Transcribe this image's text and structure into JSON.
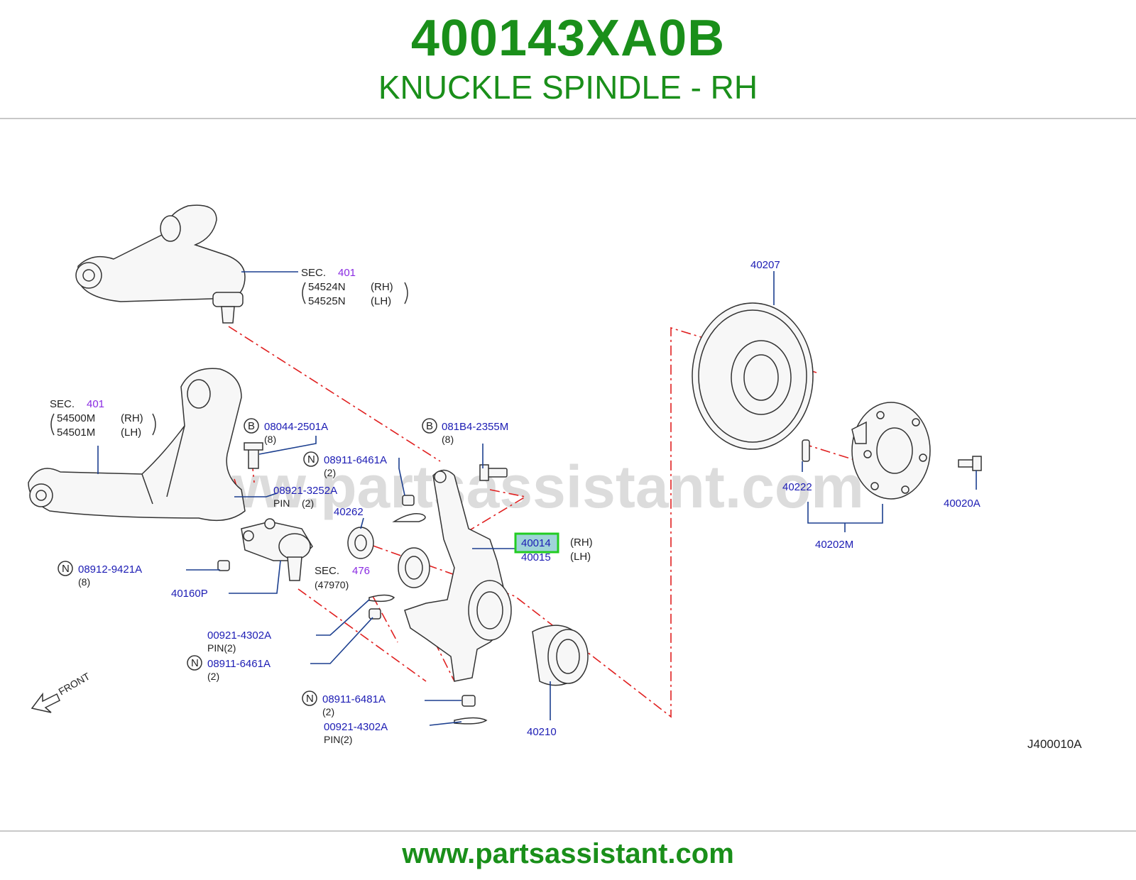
{
  "header": {
    "part_number": "400143XA0B",
    "description": "KNUCKLE SPINDLE - RH"
  },
  "watermark": "www.partsassistant.com",
  "footer": {
    "url": "www.partsassistant.com"
  },
  "diagram_code": "J400010A",
  "front_label": "FRONT",
  "colors": {
    "brand_green": "#1a8f1a",
    "label_blue": "#1c1cb4",
    "highlight": "#22cc22",
    "guide_red": "#e02020"
  },
  "labels": {
    "sec_upper": "SEC.",
    "sec_upper_num": "401",
    "upper_rh": "54524N",
    "upper_rh_side": "(RH)",
    "upper_lh": "54525N",
    "upper_lh_side": "(LH)",
    "sec_lower": "SEC.",
    "sec_lower_num": "401",
    "lower_rh": "54500M",
    "lower_rh_side": "(RH)",
    "lower_lh": "54501M",
    "lower_lh_side": "(LH)",
    "b1_letter": "B",
    "b1_part": "08044-2501A",
    "b1_qty": "(8)",
    "b2_letter": "B",
    "b2_part": "081B4-2355M",
    "b2_qty": "(8)",
    "n1_letter": "N",
    "n1_part": "08911-6461A",
    "n1_qty": "(2)",
    "pin1_part": "08921-3252A",
    "pin1_text": "PIN",
    "pin1_qty": "(2)",
    "p40262": "40262",
    "p40014": "40014",
    "p40014_side": "(RH)",
    "p40015": "40015",
    "p40015_side": "(LH)",
    "n2_letter": "N",
    "n2_part": "08912-9421A",
    "n2_qty": "(8)",
    "sec476": "SEC.",
    "sec476_num": "476",
    "sec476_sub": "(47970)",
    "p40160p": "40160P",
    "pin2_part": "00921-4302A",
    "pin2_text": "PIN(2)",
    "n3_letter": "N",
    "n3_part": "08911-6461A",
    "n3_qty": "(2)",
    "n4_letter": "N",
    "n4_part": "08911-6481A",
    "n4_qty": "(2)",
    "pin3_part": "00921-4302A",
    "pin3_text": "PIN(2)",
    "p40210": "40210",
    "p40207": "40207",
    "p40222": "40222",
    "p40020a": "40020A",
    "p40202m": "40202M"
  }
}
